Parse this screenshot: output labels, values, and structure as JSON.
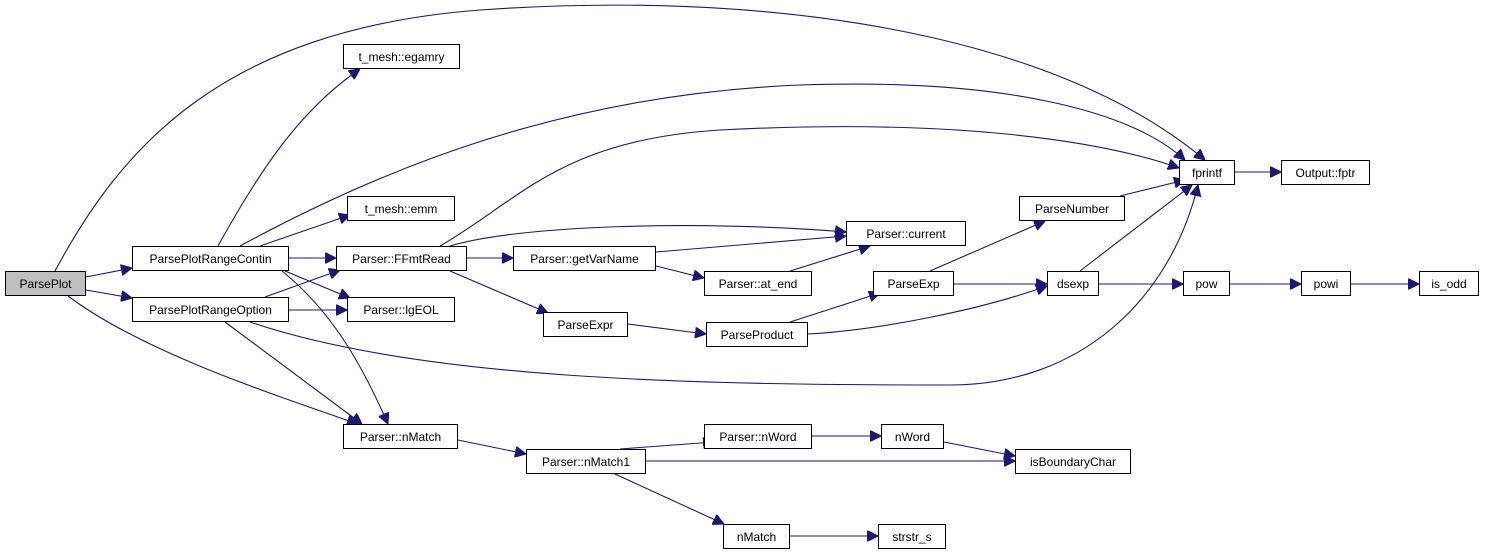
{
  "diagram": {
    "nodes": [
      {
        "id": "ParsePlot",
        "label": "ParsePlot",
        "root": true
      },
      {
        "id": "ParsePlotRangeContin",
        "label": "ParsePlotRangeContin"
      },
      {
        "id": "ParsePlotRangeOption",
        "label": "ParsePlotRangeOption"
      },
      {
        "id": "egamry",
        "label": "t_mesh::egamry"
      },
      {
        "id": "emm",
        "label": "t_mesh::emm"
      },
      {
        "id": "FFmtRead",
        "label": "Parser::FFmtRead"
      },
      {
        "id": "lgEOL",
        "label": "Parser::lgEOL"
      },
      {
        "id": "PnMatch",
        "label": "Parser::nMatch"
      },
      {
        "id": "getVarName",
        "label": "Parser::getVarName"
      },
      {
        "id": "ParseExpr",
        "label": "ParseExpr"
      },
      {
        "id": "current",
        "label": "Parser::current"
      },
      {
        "id": "at_end",
        "label": "Parser::at_end"
      },
      {
        "id": "ParseProduct",
        "label": "ParseProduct"
      },
      {
        "id": "ParseExp",
        "label": "ParseExp"
      },
      {
        "id": "ParseNumber",
        "label": "ParseNumber"
      },
      {
        "id": "fprintf",
        "label": "fprintf"
      },
      {
        "id": "fptr",
        "label": "Output::fptr"
      },
      {
        "id": "dsexp",
        "label": "dsexp"
      },
      {
        "id": "pow",
        "label": "pow"
      },
      {
        "id": "powi",
        "label": "powi"
      },
      {
        "id": "is_odd",
        "label": "is_odd"
      },
      {
        "id": "nMatch1",
        "label": "Parser::nMatch1"
      },
      {
        "id": "PnWord",
        "label": "Parser::nWord"
      },
      {
        "id": "nWord",
        "label": "nWord"
      },
      {
        "id": "isBoundaryChar",
        "label": "isBoundaryChar"
      },
      {
        "id": "nMatch",
        "label": "nMatch"
      },
      {
        "id": "strstr_s",
        "label": "strstr_s"
      }
    ],
    "edges": [
      {
        "from": "ParsePlot",
        "to": "ParsePlotRangeContin"
      },
      {
        "from": "ParsePlot",
        "to": "ParsePlotRangeOption"
      },
      {
        "from": "ParsePlot",
        "to": "fprintf"
      },
      {
        "from": "ParsePlot",
        "to": "PnMatch"
      },
      {
        "from": "ParsePlotRangeContin",
        "to": "egamry"
      },
      {
        "from": "ParsePlotRangeContin",
        "to": "emm"
      },
      {
        "from": "ParsePlotRangeContin",
        "to": "FFmtRead"
      },
      {
        "from": "ParsePlotRangeContin",
        "to": "lgEOL"
      },
      {
        "from": "ParsePlotRangeContin",
        "to": "PnMatch"
      },
      {
        "from": "ParsePlotRangeContin",
        "to": "fprintf"
      },
      {
        "from": "ParsePlotRangeOption",
        "to": "FFmtRead"
      },
      {
        "from": "ParsePlotRangeOption",
        "to": "lgEOL"
      },
      {
        "from": "ParsePlotRangeOption",
        "to": "PnMatch"
      },
      {
        "from": "ParsePlotRangeOption",
        "to": "fprintf"
      },
      {
        "from": "FFmtRead",
        "to": "current"
      },
      {
        "from": "FFmtRead",
        "to": "getVarName"
      },
      {
        "from": "FFmtRead",
        "to": "ParseExpr"
      },
      {
        "from": "FFmtRead",
        "to": "fprintf"
      },
      {
        "from": "getVarName",
        "to": "current"
      },
      {
        "from": "getVarName",
        "to": "at_end"
      },
      {
        "from": "at_end",
        "to": "current"
      },
      {
        "from": "ParseExpr",
        "to": "ParseProduct"
      },
      {
        "from": "ParseProduct",
        "to": "ParseExp"
      },
      {
        "from": "ParseProduct",
        "to": "dsexp"
      },
      {
        "from": "ParseExp",
        "to": "ParseNumber"
      },
      {
        "from": "ParseExp",
        "to": "dsexp"
      },
      {
        "from": "ParseNumber",
        "to": "fprintf"
      },
      {
        "from": "dsexp",
        "to": "fprintf"
      },
      {
        "from": "dsexp",
        "to": "pow"
      },
      {
        "from": "pow",
        "to": "powi"
      },
      {
        "from": "powi",
        "to": "is_odd"
      },
      {
        "from": "fprintf",
        "to": "fptr"
      },
      {
        "from": "PnMatch",
        "to": "nMatch1"
      },
      {
        "from": "nMatch1",
        "to": "PnWord"
      },
      {
        "from": "nMatch1",
        "to": "isBoundaryChar"
      },
      {
        "from": "nMatch1",
        "to": "nMatch"
      },
      {
        "from": "PnWord",
        "to": "nWord"
      },
      {
        "from": "nWord",
        "to": "isBoundaryChar"
      },
      {
        "from": "nMatch",
        "to": "strstr_s"
      }
    ]
  }
}
